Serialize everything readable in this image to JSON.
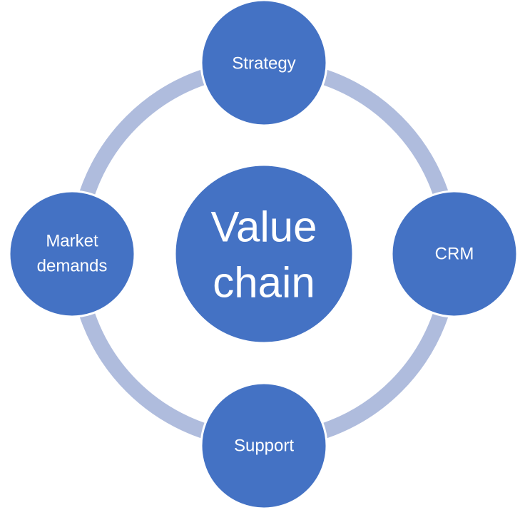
{
  "colors": {
    "node_fill": "#4472C4",
    "node_stroke": "#ffffff",
    "ring": "#AFBCDD",
    "label_text": "#ffffff"
  },
  "center": {
    "line1": "Value",
    "line2": "chain"
  },
  "nodes": {
    "top": {
      "label": "Strategy"
    },
    "right": {
      "label": "CRM"
    },
    "bottom": {
      "label": "Support"
    },
    "left": {
      "line1": "Market",
      "line2": "demands"
    }
  }
}
